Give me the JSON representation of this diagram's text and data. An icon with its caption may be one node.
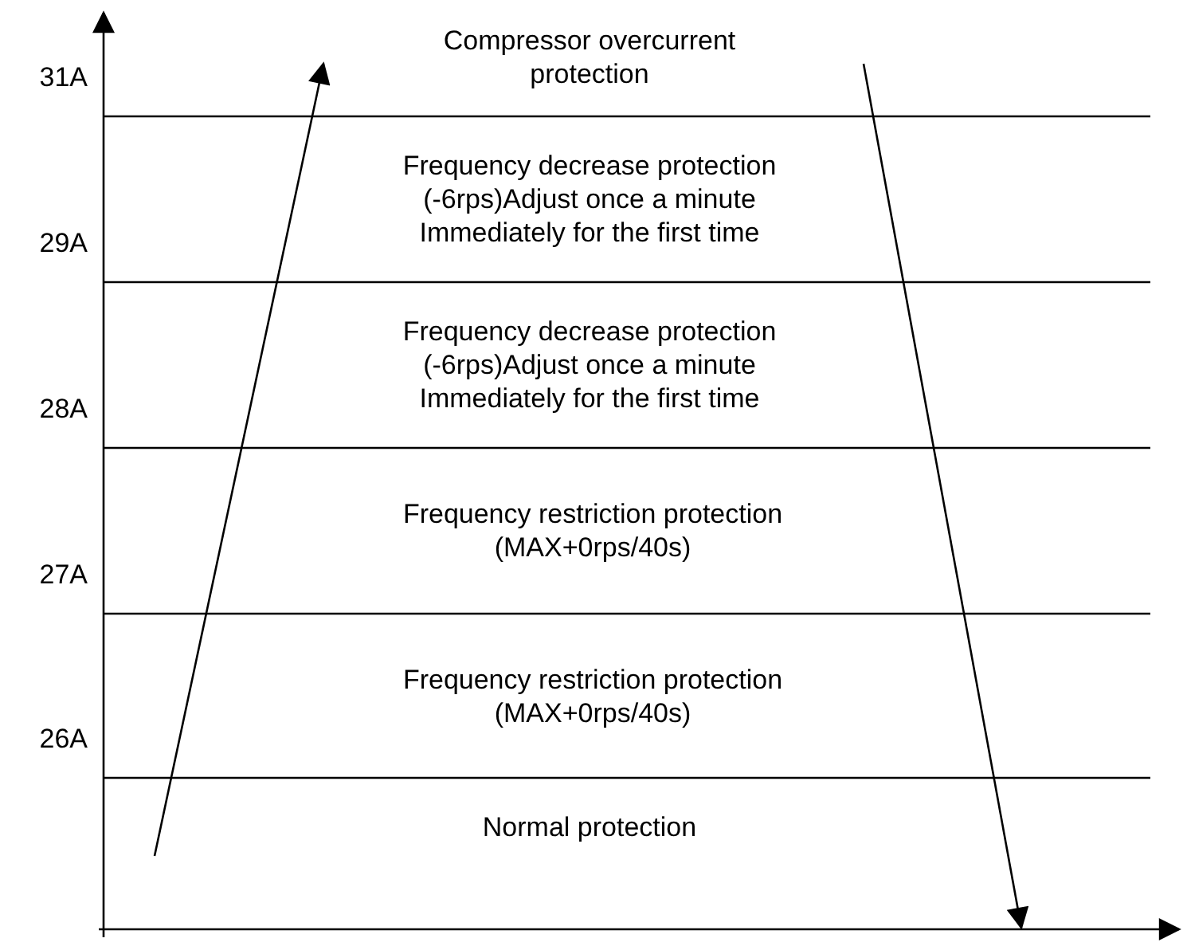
{
  "diagram": {
    "labels": [
      "Compressor overcurrent protection",
      "31A",
      "Frequency decrease protection (-6rps)Adjust once a minute Immediately for the first time",
      "29A",
      "Frequency decrease protection (-6rps)Adjust once a minute Immediately for the first time",
      "28A",
      "Frequency restriction protection (MAX+0rps/40s)",
      "27A",
      "Frequency restriction protection (MAX+0rps/40s)",
      "26A",
      "Normal protection"
    ]
  }
}
